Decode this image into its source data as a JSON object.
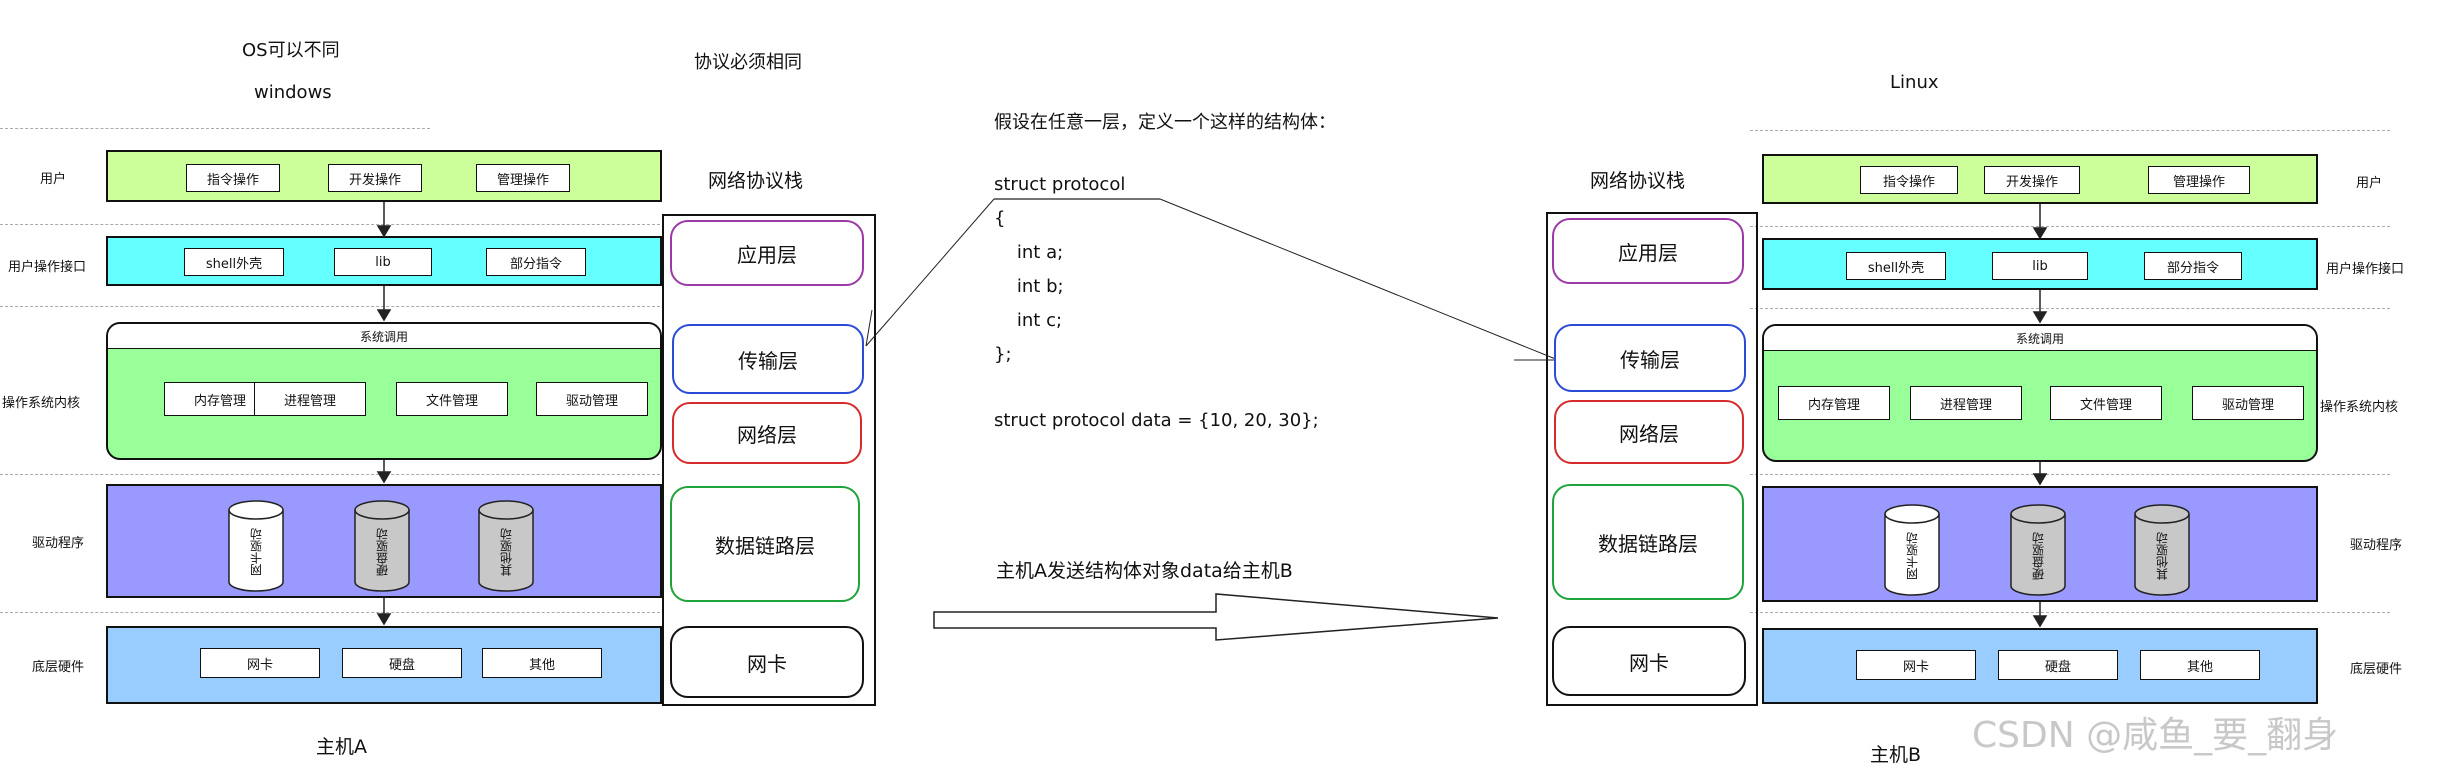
{
  "left_host": {
    "os_title": "OS可以不同",
    "os_name": "windows",
    "host_label": "主机A",
    "rows": {
      "user": "用户",
      "user_interface": "用户操作接口",
      "kernel": "操作系统内核",
      "driver": "驱动程序",
      "hardware": "底层硬件"
    }
  },
  "right_host": {
    "os_name": "Linux",
    "host_label": "主机B",
    "rows": {
      "user": "用户",
      "user_interface": "用户操作接口",
      "kernel": "操作系统内核",
      "driver": "驱动程序",
      "hardware": "底层硬件"
    }
  },
  "shared": {
    "user_ops": [
      "指令操作",
      "开发操作",
      "管理操作"
    ],
    "interfaces": [
      "shell外壳",
      "lib",
      "部分指令"
    ],
    "syscall_title": "系统调用",
    "kernel_mgmt": [
      "内存管理",
      "进程管理",
      "文件管理",
      "驱动管理"
    ],
    "drivers": [
      "网卡驱动",
      "硬盘驱动",
      "其他驱动"
    ],
    "hardware": [
      "网卡",
      "硬盘",
      "其他"
    ]
  },
  "protocol": {
    "must_same": "协议必须相同",
    "stack_title": "网络协议栈",
    "layers": [
      "应用层",
      "传输层",
      "网络层",
      "数据链路层",
      "网卡"
    ],
    "layer_colors": [
      "#9b3aa6",
      "#2b4ad6",
      "#d62b2b",
      "#1fa33a",
      "#111111"
    ]
  },
  "code": {
    "intro": "假设在任意一层，定义一个这样的结构体：",
    "lines": [
      "struct protocol",
      "{",
      "    int a;",
      "    int b;",
      "    int c;",
      "};",
      "",
      "struct protocol data = {10, 20, 30};"
    ]
  },
  "send_text": "主机A发送结构体对象data给主机B",
  "watermark": "CSDN @咸鱼_要_翻身",
  "colors": {
    "user": "#ccff99",
    "interface": "#66ffff",
    "kernel": "#99ff99",
    "driver": "#9999ff",
    "hardware": "#99ccff"
  }
}
